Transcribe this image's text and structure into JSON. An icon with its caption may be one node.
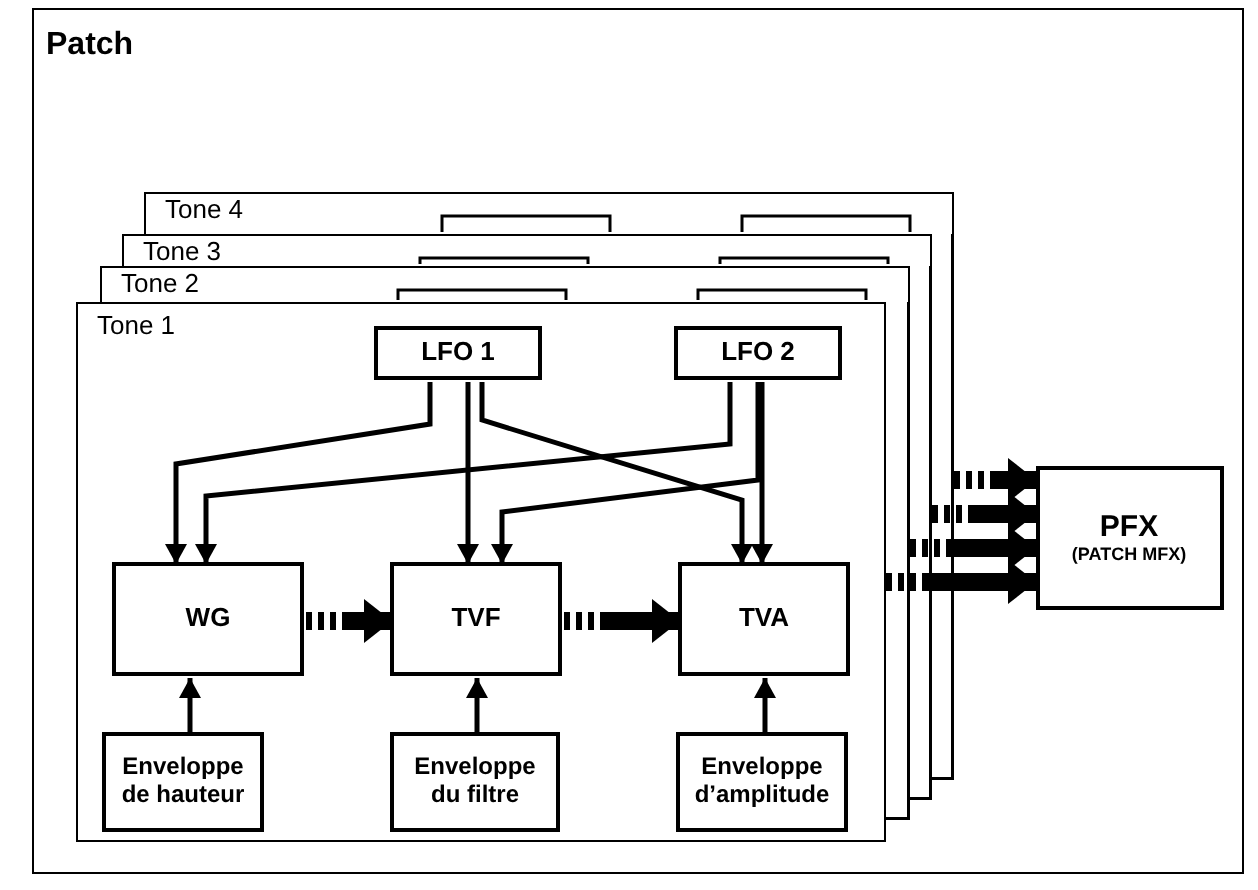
{
  "diagram": {
    "nodes": [
      {
        "text": [
          "Patch"
        ]
      },
      {
        "text": [
          "Tone 4"
        ],
        "in": 0
      },
      {
        "text": [
          "Tone 3"
        ],
        "in": 0
      },
      {
        "text": [
          "Tone 2"
        ],
        "in": 0
      },
      {
        "text": [
          "Tone 1"
        ],
        "in": 0
      },
      {
        "text": [
          "LFO 1"
        ],
        "in": 4
      },
      {
        "text": [
          "LFO 2"
        ],
        "in": 4
      },
      {
        "text": [
          "WG"
        ],
        "in": 4
      },
      {
        "text": [
          "TVF"
        ],
        "in": 4
      },
      {
        "text": [
          "TVA"
        ],
        "in": 4
      },
      {
        "text": [
          "Enveloppe de hauteur"
        ],
        "in": 4
      },
      {
        "text": [
          "Enveloppe du filtre"
        ],
        "in": 4
      },
      {
        "text": [
          "Enveloppe d’amplitude"
        ],
        "in": 4
      },
      {
        "text": [
          "PFX",
          "(PATCH MFX)"
        ],
        "in": 0
      }
    ],
    "edges": [
      {
        "from": 5,
        "to": 7,
        "arrow": "to"
      },
      {
        "from": 5,
        "to": 8,
        "arrow": "to"
      },
      {
        "from": 5,
        "to": 9,
        "arrow": "to"
      },
      {
        "from": 6,
        "to": 7,
        "arrow": "to"
      },
      {
        "from": 6,
        "to": 8,
        "arrow": "to"
      },
      {
        "from": 6,
        "to": 9,
        "arrow": "to"
      },
      {
        "from": 7,
        "to": 8,
        "arrow": "to",
        "style": "dashed"
      },
      {
        "from": 8,
        "to": 9,
        "arrow": "to",
        "style": "dashed"
      },
      {
        "from": 10,
        "to": 7,
        "arrow": "to"
      },
      {
        "from": 11,
        "to": 8,
        "arrow": "to"
      },
      {
        "from": 12,
        "to": 9,
        "arrow": "to"
      },
      {
        "from": 1,
        "to": 13,
        "arrow": "to",
        "style": "dashed"
      },
      {
        "from": 2,
        "to": 13,
        "arrow": "to",
        "style": "dashed"
      },
      {
        "from": 3,
        "to": 13,
        "arrow": "to",
        "style": "dashed"
      },
      {
        "from": 4,
        "to": 13,
        "arrow": "to",
        "style": "dashed"
      }
    ]
  }
}
